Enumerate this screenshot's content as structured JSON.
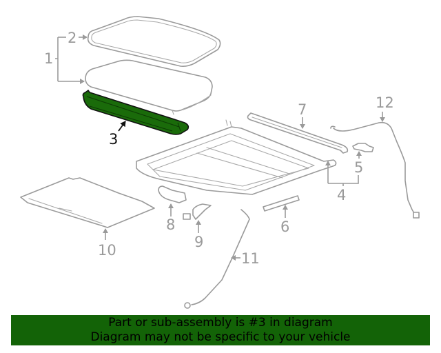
{
  "diagram": {
    "highlighted_part": "3",
    "highlight_color": "#1a6b0a",
    "line_color": "#9a9a9a",
    "callouts": [
      {
        "id": "1",
        "label": "1"
      },
      {
        "id": "2",
        "label": "2"
      },
      {
        "id": "3",
        "label": "3"
      },
      {
        "id": "4",
        "label": "4"
      },
      {
        "id": "5",
        "label": "5"
      },
      {
        "id": "6",
        "label": "6"
      },
      {
        "id": "7",
        "label": "7"
      },
      {
        "id": "8",
        "label": "8"
      },
      {
        "id": "9",
        "label": "9"
      },
      {
        "id": "10",
        "label": "10"
      },
      {
        "id": "11",
        "label": "11"
      },
      {
        "id": "12",
        "label": "12"
      }
    ]
  },
  "banner": {
    "background": "#136307",
    "line1": "Part or sub-assembly is #3 in diagram",
    "line2": "Diagram may not be specific to your vehicle"
  }
}
